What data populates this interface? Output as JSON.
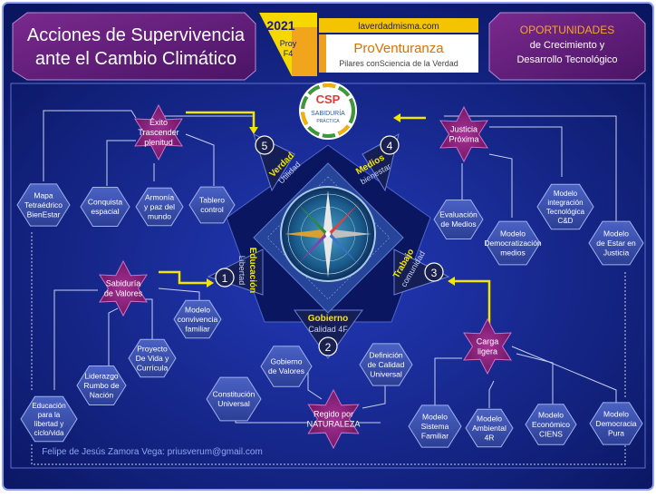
{
  "header": {
    "title_line1": "Acciones de Supervivencia",
    "title_line2": "ante el Cambio Climático",
    "year": "2021",
    "proy_line1": "Proy",
    "proy_line2": "F4",
    "website": "laverdadmisma.com",
    "brand": "ProVenturanza",
    "tagline": "Pilares conSciencia de la Verdad",
    "opportunities_title": "OPORTUNIDADES",
    "opportunities_line1": "de Crecimiento y",
    "opportunities_line2": "Desarrollo Tecnológico"
  },
  "logo": {
    "acronym": "CSP",
    "word1": "SABIDURÍA",
    "word2": "PRÁCTICA"
  },
  "pillars": [
    {
      "num": "1",
      "title": "Educación",
      "subtitle": "Libertad"
    },
    {
      "num": "2",
      "title": "Gobierno",
      "subtitle": "Calidad 4F"
    },
    {
      "num": "3",
      "title": "Trabajo",
      "subtitle": "comunidad"
    },
    {
      "num": "4",
      "title": "Medios",
      "subtitle": "bienestar"
    },
    {
      "num": "5",
      "title": "Verdad",
      "subtitle": "Utilidad"
    }
  ],
  "stars": {
    "exito": [
      "Éxito",
      "Trascender",
      "plenitud"
    ],
    "justicia": [
      "Justicia",
      "Próxima"
    ],
    "sabiduria": [
      "Sabiduría",
      "de Valores"
    ],
    "carga": [
      "Carga",
      "ligera"
    ],
    "regido": [
      "Regido por",
      "NATURALEZA"
    ]
  },
  "nodes": {
    "mapa": [
      "Mapa",
      "Tetraédrico",
      "BienEstar"
    ],
    "conquista": [
      "Conquista",
      "espacial"
    ],
    "armonia": [
      "Armonía",
      "y paz del",
      "mundo"
    ],
    "tablero": [
      "Tablero",
      "control"
    ],
    "evaluacion": [
      "Evaluación",
      "de Medios"
    ],
    "democratizacion": [
      "Modelo",
      "Democratización",
      "medios"
    ],
    "integracion": [
      "Modelo",
      "integración",
      "Tecnológica",
      "C&D"
    ],
    "estar": [
      "Modelo",
      "de Estar en",
      "Justicia"
    ],
    "convivencia": [
      "Modelo",
      "convivencia",
      "familiar"
    ],
    "proyecto": [
      "Proyecto",
      "De Vida y",
      "Currícula"
    ],
    "liderazgo": [
      "Liderazgo",
      "Rumbo de",
      "Nación"
    ],
    "educacion_libertad": [
      "Educación",
      "para la",
      "libertad y",
      "ciclo/vida"
    ],
    "gob_valores": [
      "Gobierno",
      "de Valores"
    ],
    "definicion": [
      "Definición",
      "de Calidad",
      "Universal"
    ],
    "constitucion": [
      "Constitución",
      "Universal"
    ],
    "sistema_familiar": [
      "Modelo",
      "Sistema",
      "Familiar"
    ],
    "ambiental": [
      "Modelo",
      "Ambiental",
      "4R"
    ],
    "economico": [
      "Modelo",
      "Económico",
      "CIENS"
    ],
    "democracia": [
      "Modelo",
      "Democracia",
      "Pura"
    ]
  },
  "footer": {
    "credit": "Felipe de Jesús Zamora Vega: priusverum@gmail.com"
  },
  "colors": {
    "background": "#0d1f6e",
    "accent": "#f5e600",
    "star": "#8a1e78",
    "hexagon": "#3a4fa8"
  }
}
